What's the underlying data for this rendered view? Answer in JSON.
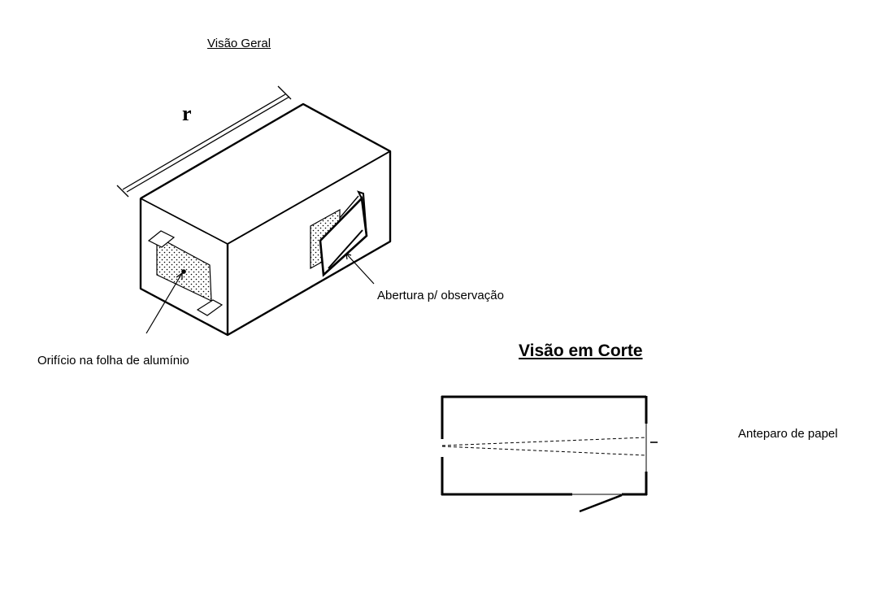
{
  "overview": {
    "title": "Visão Geral",
    "dimension_label": "r",
    "opening_label": "Abertura p/ observação",
    "hole_label": "Orifício na folha de alumínio"
  },
  "section": {
    "title": "Visão em Corte",
    "screen_label": "Anteparo de papel"
  }
}
